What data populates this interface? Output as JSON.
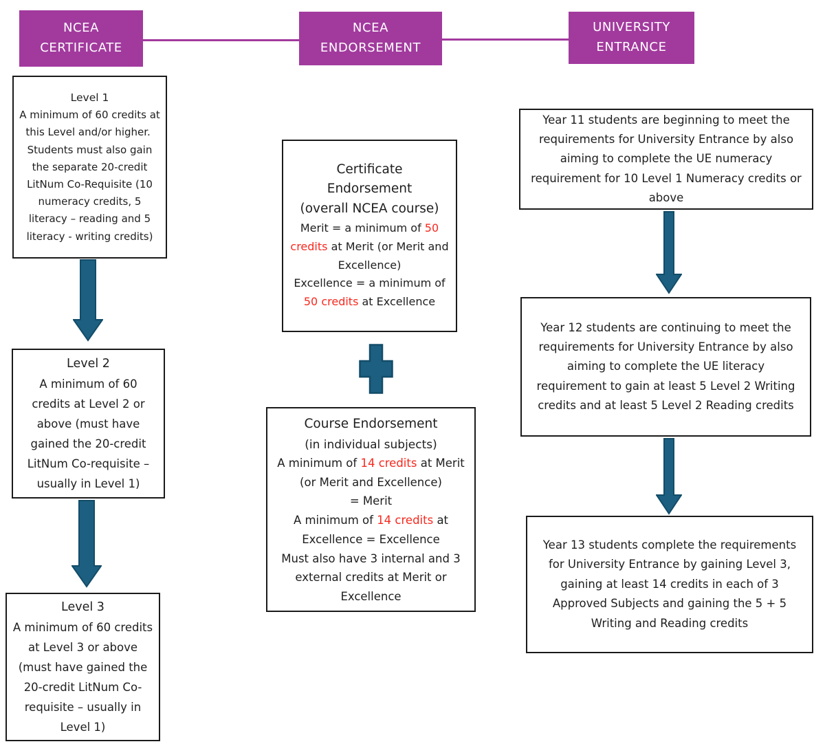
{
  "colors": {
    "header_bg": "#A23A9E",
    "connector": "#A23A9E",
    "arrow_fill": "#1D5F80",
    "arrow_stroke": "#124C68",
    "red": "#F8281E",
    "text": "#1E1E1E",
    "box_border": "#1A1A1A"
  },
  "headers": {
    "certificate": "NCEA\nCERTIFICATE",
    "endorsement": "NCEA\nENDORSEMENT",
    "university": "UNIVERSITY\nENTRANCE"
  },
  "certificate_column": {
    "level1": {
      "title": "Level 1",
      "body": "A minimum of 60 credits at this Level and/or higher.  Students must also gain the separate 20-credit LitNum Co-Requisite (10 numeracy credits, 5 literacy – reading and 5 literacy - writing credits)"
    },
    "level2": {
      "title": "Level 2",
      "body": "A minimum of 60 credits at Level 2 or above (must have gained the 20-credit LitNum Co-requisite – usually in Level 1)"
    },
    "level3": {
      "title": "Level 3",
      "body": "A minimum of 60 credits at Level 3 or above (must have gained the 20-credit LitNum Co-requisite – usually in Level 1)"
    }
  },
  "endorsement_column": {
    "certificate_box": {
      "title": "Certificate\nEndorsement\n(overall NCEA course)",
      "runs": [
        {
          "text": "Merit = a minimum of "
        },
        {
          "text": "50 credits",
          "red": true
        },
        {
          "text": " at Merit (or Merit and Excellence)\nExcellence = a minimum of "
        },
        {
          "text": "50 credits",
          "red": true
        },
        {
          "text": " at Excellence"
        }
      ]
    },
    "plus_icon": "plus",
    "course_box": {
      "title": "Course Endorsement",
      "subtitle": "(in individual subjects)",
      "runs": [
        {
          "text": "A minimum of "
        },
        {
          "text": "14 credits",
          "red": true
        },
        {
          "text": " at Merit (or Merit and Excellence)\n= Merit\nA minimum of "
        },
        {
          "text": "14 credits",
          "red": true
        },
        {
          "text": " at Excellence = Excellence\nMust also have 3 internal and 3 external credits at Merit or Excellence"
        }
      ]
    }
  },
  "university_column": {
    "year11": "Year 11 students are beginning to meet the requirements for University Entrance by also aiming to complete the UE numeracy requirement for 10 Level 1 Numeracy credits or above",
    "year12": "Year 12 students are continuing to meet the requirements for University Entrance by also aiming to complete the UE literacy requirement to gain at least 5 Level 2 Writing credits and at least 5 Level 2 Reading credits",
    "year13": "Year 13 students complete the requirements for University Entrance by gaining Level 3, gaining at least 14 credits in each of 3 Approved Subjects and gaining the 5 + 5 Writing and Reading credits"
  }
}
